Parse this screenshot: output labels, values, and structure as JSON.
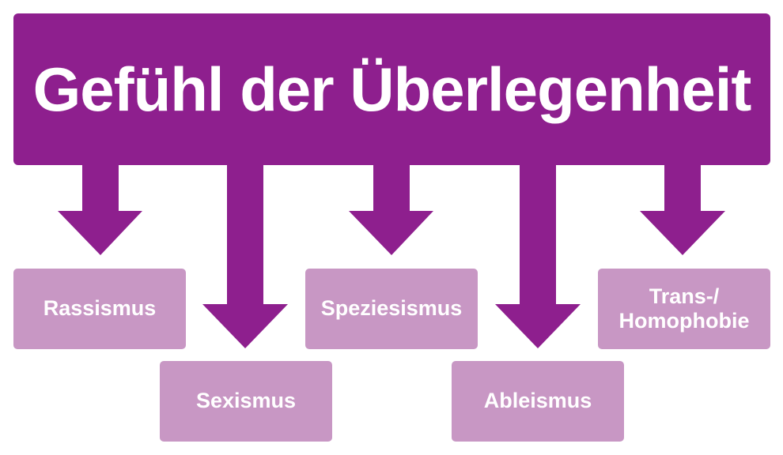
{
  "header": {
    "title": "Gefühl der Überlegenheit"
  },
  "categories": [
    {
      "label": "Rassismus"
    },
    {
      "label": "Sexismus"
    },
    {
      "label": "Speziesismus"
    },
    {
      "label": "Ableismus"
    },
    {
      "label": "Trans-/\nHomophobie"
    }
  ],
  "colors": {
    "primary": "#8e1f8e",
    "box": "#c897c4",
    "text": "#ffffff"
  }
}
